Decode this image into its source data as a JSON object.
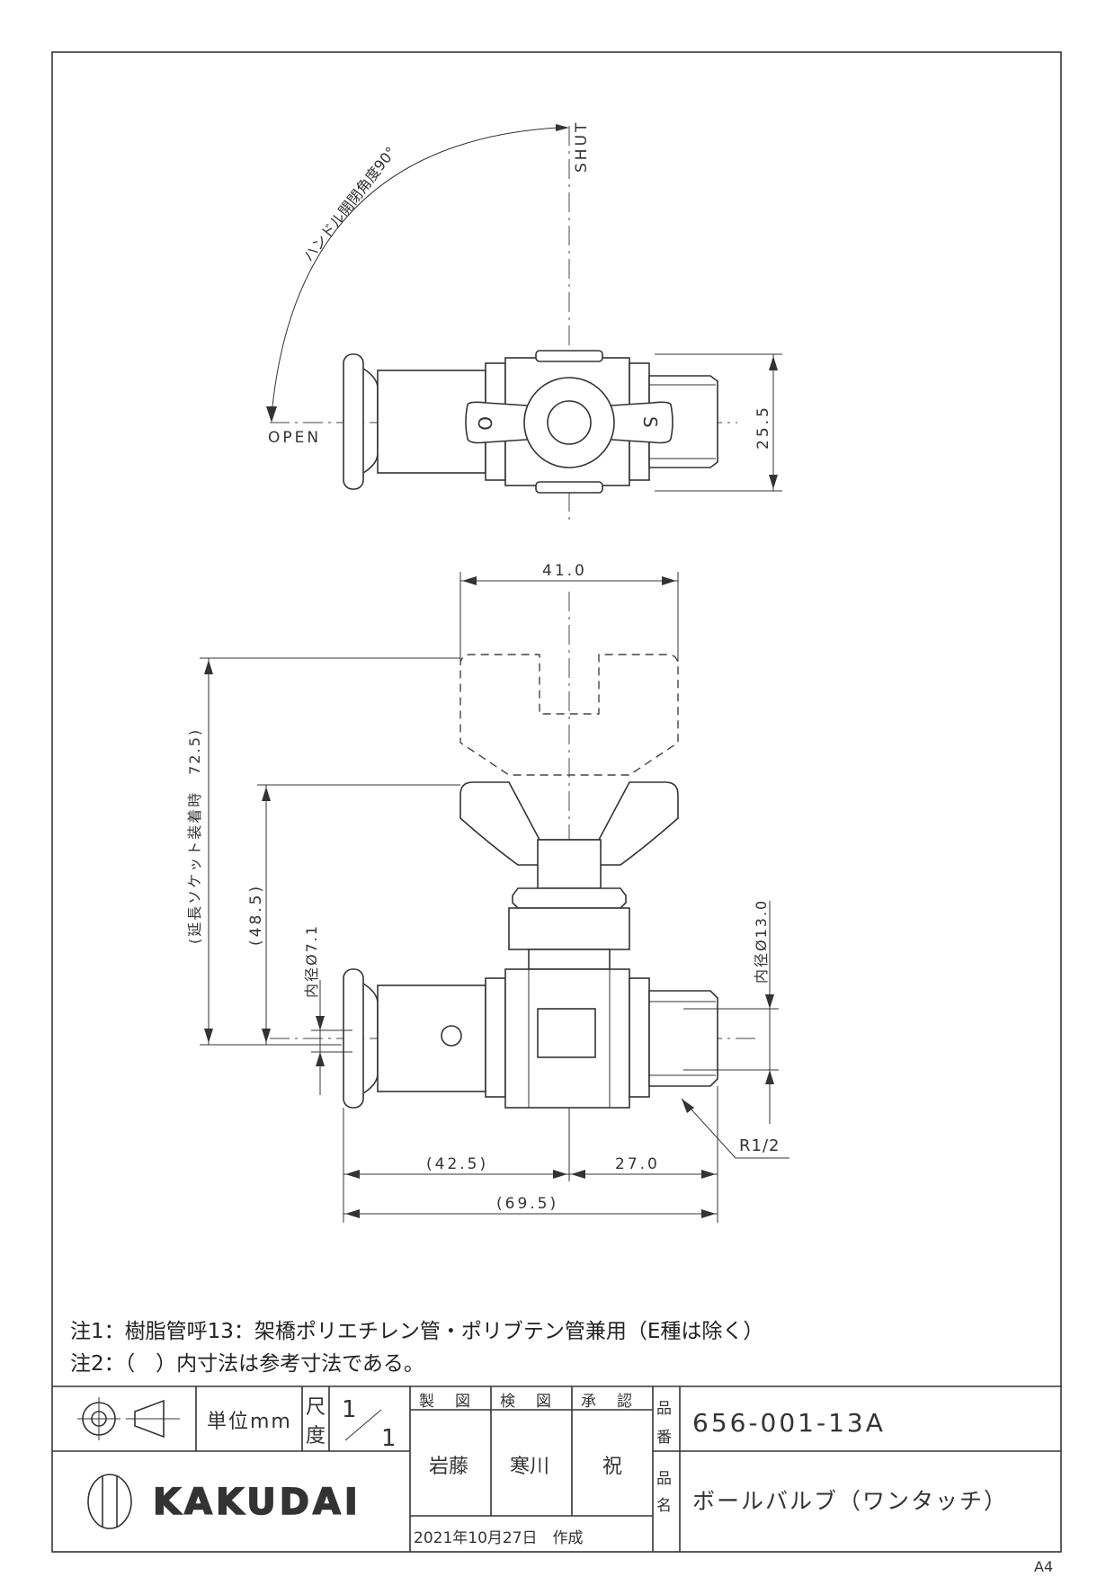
{
  "labels": {
    "shut": "SHUT",
    "open": "OPEN",
    "handle_angle": "ハンドル開閉角度90°",
    "dim_width_top": "25.5",
    "dim_handle_width": "41.0",
    "dim_height_ext": "(延長ソケット装着時　72.5)",
    "dim_height": "(48.5)",
    "dim_inner_small": "内径Ø7.1",
    "dim_inner_large": "内径Ø13.0",
    "thread": "R1/2",
    "dim_left_len": "(42.5)",
    "dim_right_len": "27.0",
    "dim_total_len": "(69.5)",
    "handle_mark_o": "O",
    "handle_mark_s": "S"
  },
  "notes": [
    "注1：樹脂管呼13：架橋ポリエチレン管・ポリブテン管兼用（E種は除く）",
    "注2：（　）内寸法は参考寸法である。"
  ],
  "title_block": {
    "unit": "単位mm",
    "scale_label_1": "尺",
    "scale_label_2": "度",
    "scale_num": "1",
    "scale_den": "1",
    "drawn_label": "製　図",
    "checked_label": "検　図",
    "approved_label": "承　認",
    "drawn_by": "岩藤",
    "checked_by": "寒川",
    "approved_by": "祝",
    "date": "2021年10月27日　作成",
    "part_no_label_1": "品",
    "part_no_label_2": "番",
    "part_no": "656-001-13A",
    "part_name_label_1": "品",
    "part_name_label_2": "名",
    "part_name": "ボールバルブ（ワンタッチ）",
    "brand": "KAKUDAI"
  },
  "paper_size": "A4"
}
